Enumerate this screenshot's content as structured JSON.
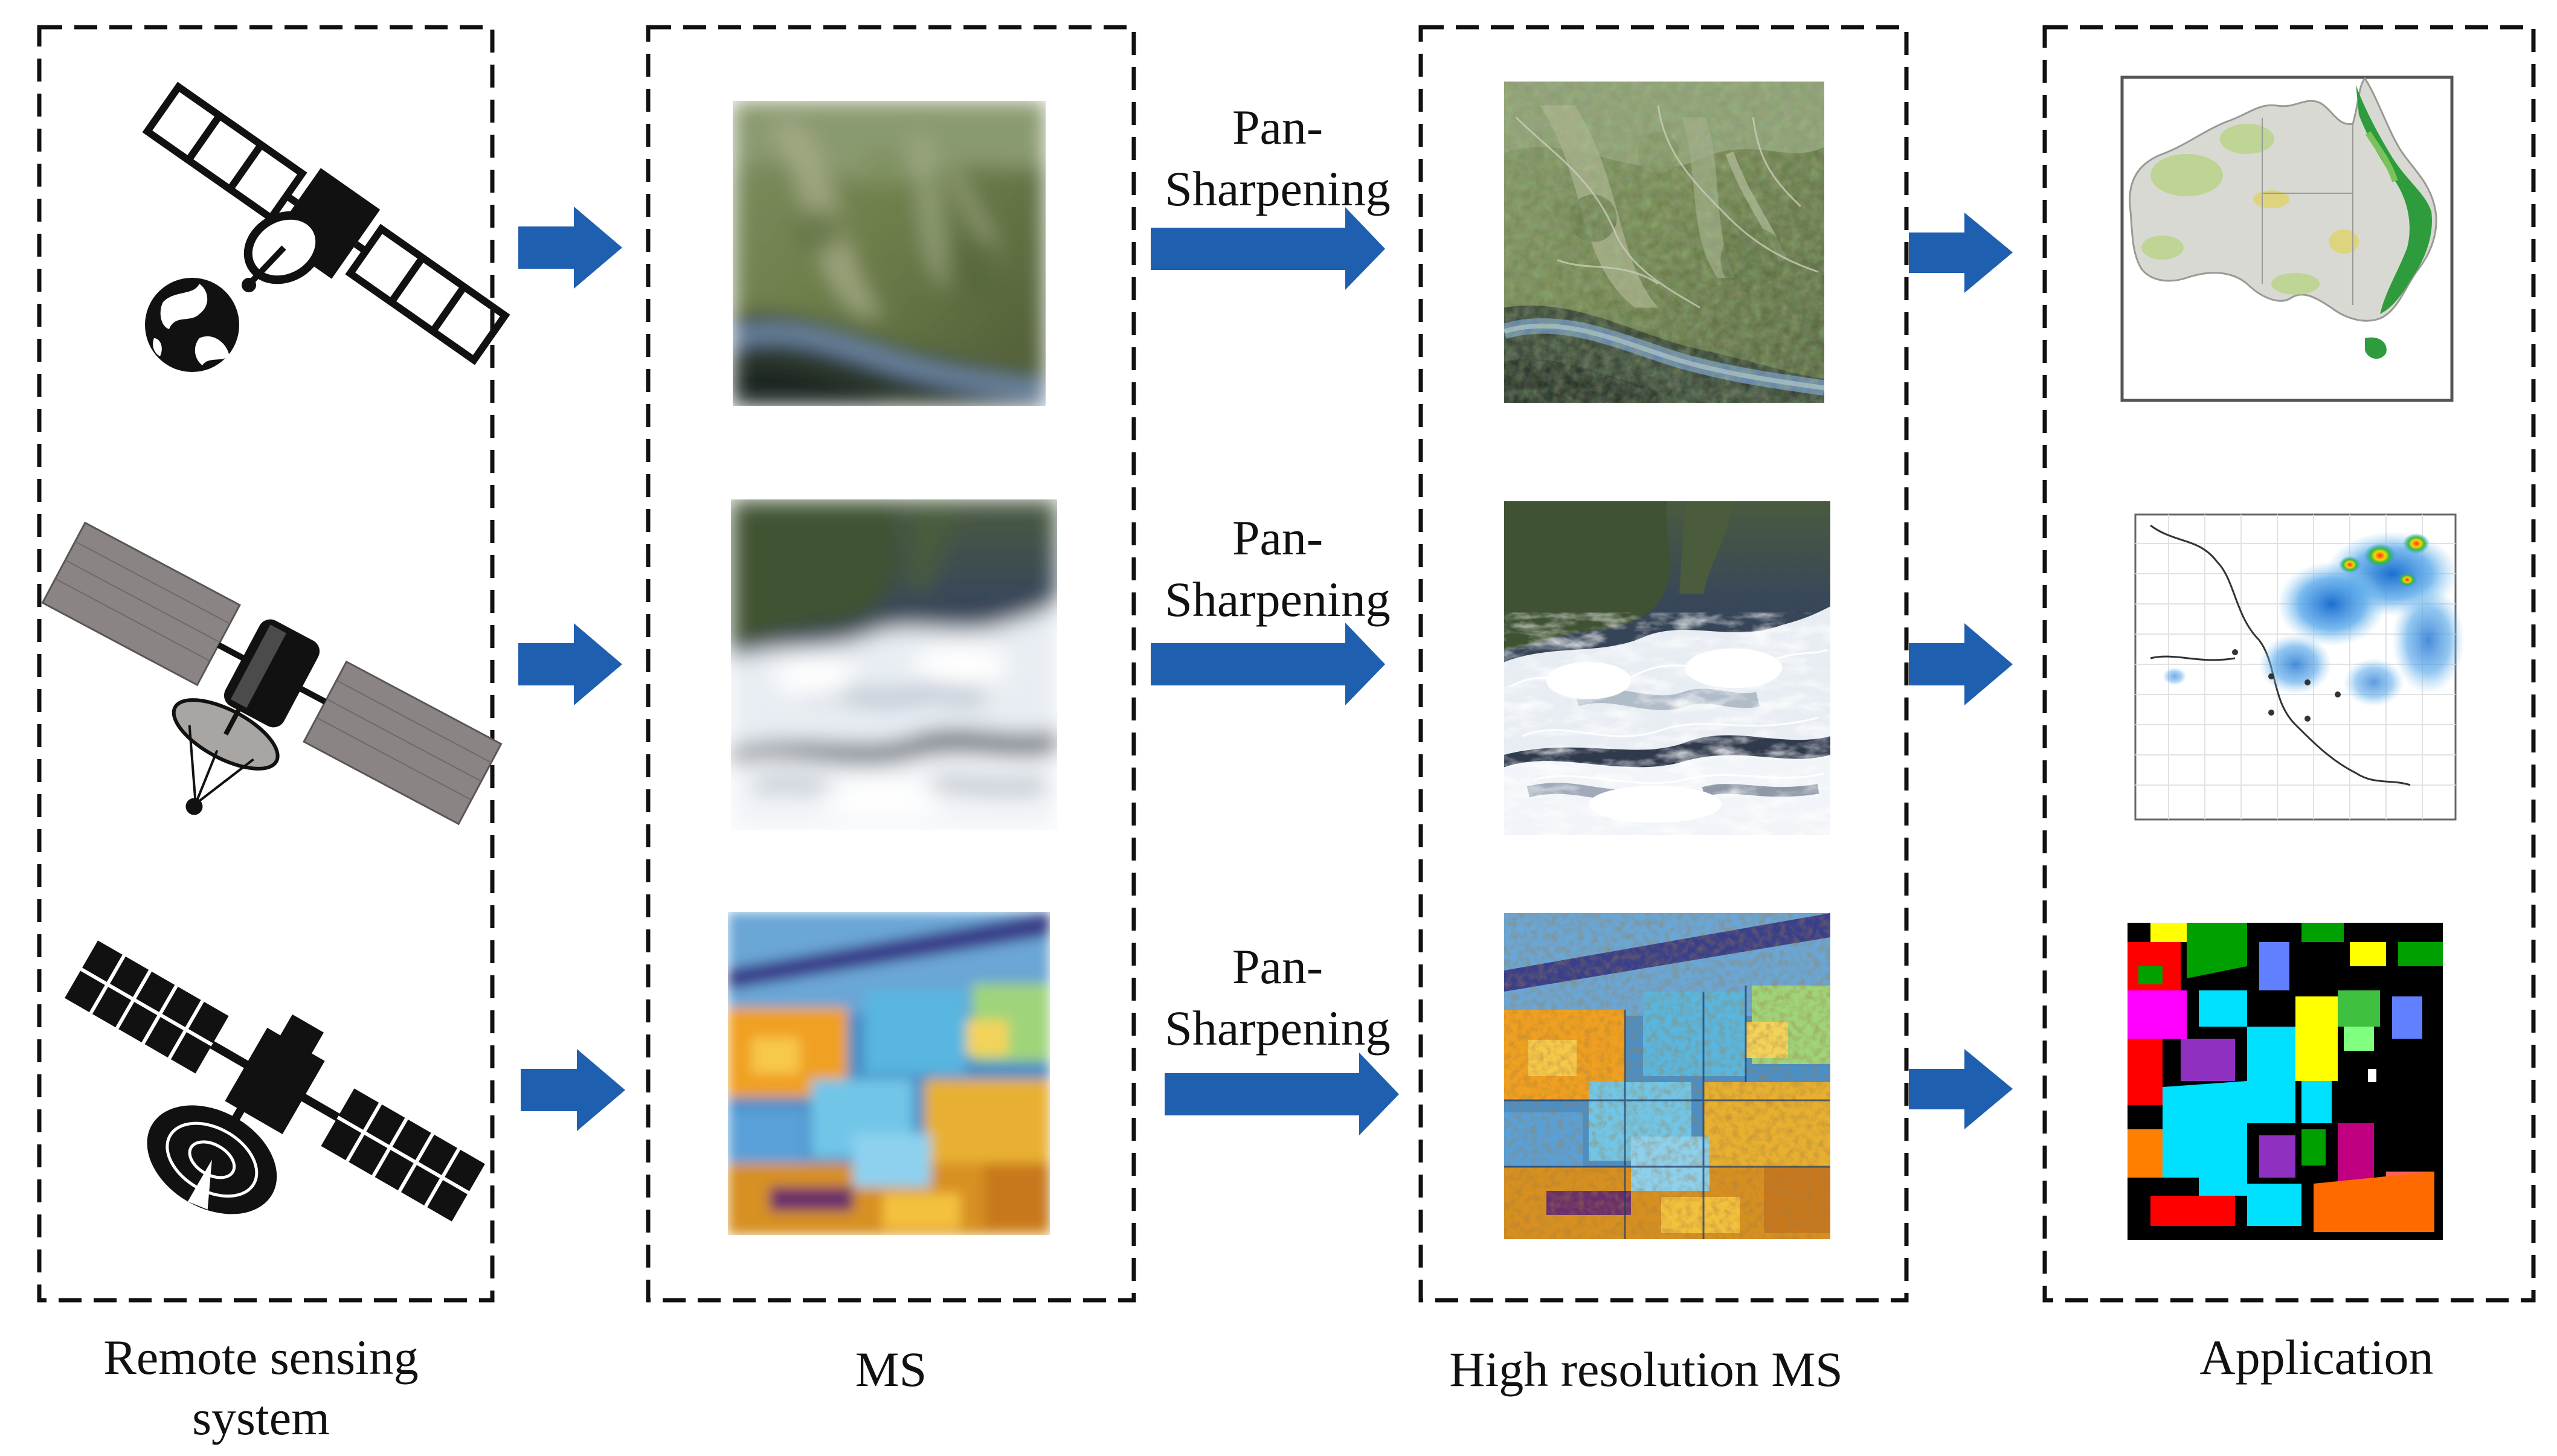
{
  "columns": [
    {
      "id": "remote",
      "caption": "Remote sensing system"
    },
    {
      "id": "ms",
      "caption": "MS"
    },
    {
      "id": "hr",
      "caption": "High resolution MS"
    },
    {
      "id": "app",
      "caption": "Application"
    }
  ],
  "captions": {
    "remote_line1": "Remote sensing",
    "remote_line2": "system",
    "ms": "MS",
    "hr": "High resolution MS",
    "app": "Application"
  },
  "process": {
    "line1": "Pan-",
    "line2": "Sharpening"
  },
  "rows": [
    {
      "id": "row1",
      "satellite": "satellite-earth-icon",
      "scene": "mountain-river",
      "application": "australia-vegetation-map"
    },
    {
      "id": "row2",
      "satellite": "satellite-dish-icon",
      "scene": "cloud-cover",
      "application": "rainfall-intensity-map"
    },
    {
      "id": "row3",
      "satellite": "satellite-antenna-icon",
      "scene": "agricultural-fields",
      "application": "land-cover-classification-map"
    }
  ],
  "colors": {
    "arrow": "#1f5fb0",
    "border": "#111111",
    "vegetation": "#2e9c3c",
    "rain": "#2f8fd8",
    "cls": [
      "#ff0000",
      "#00a000",
      "#00e0ff",
      "#ffff00",
      "#ff00ff",
      "#9030c0",
      "#ff8000",
      "#6080ff",
      "#40c040",
      "#80ff80",
      "#c00080",
      "#ff6060"
    ]
  }
}
